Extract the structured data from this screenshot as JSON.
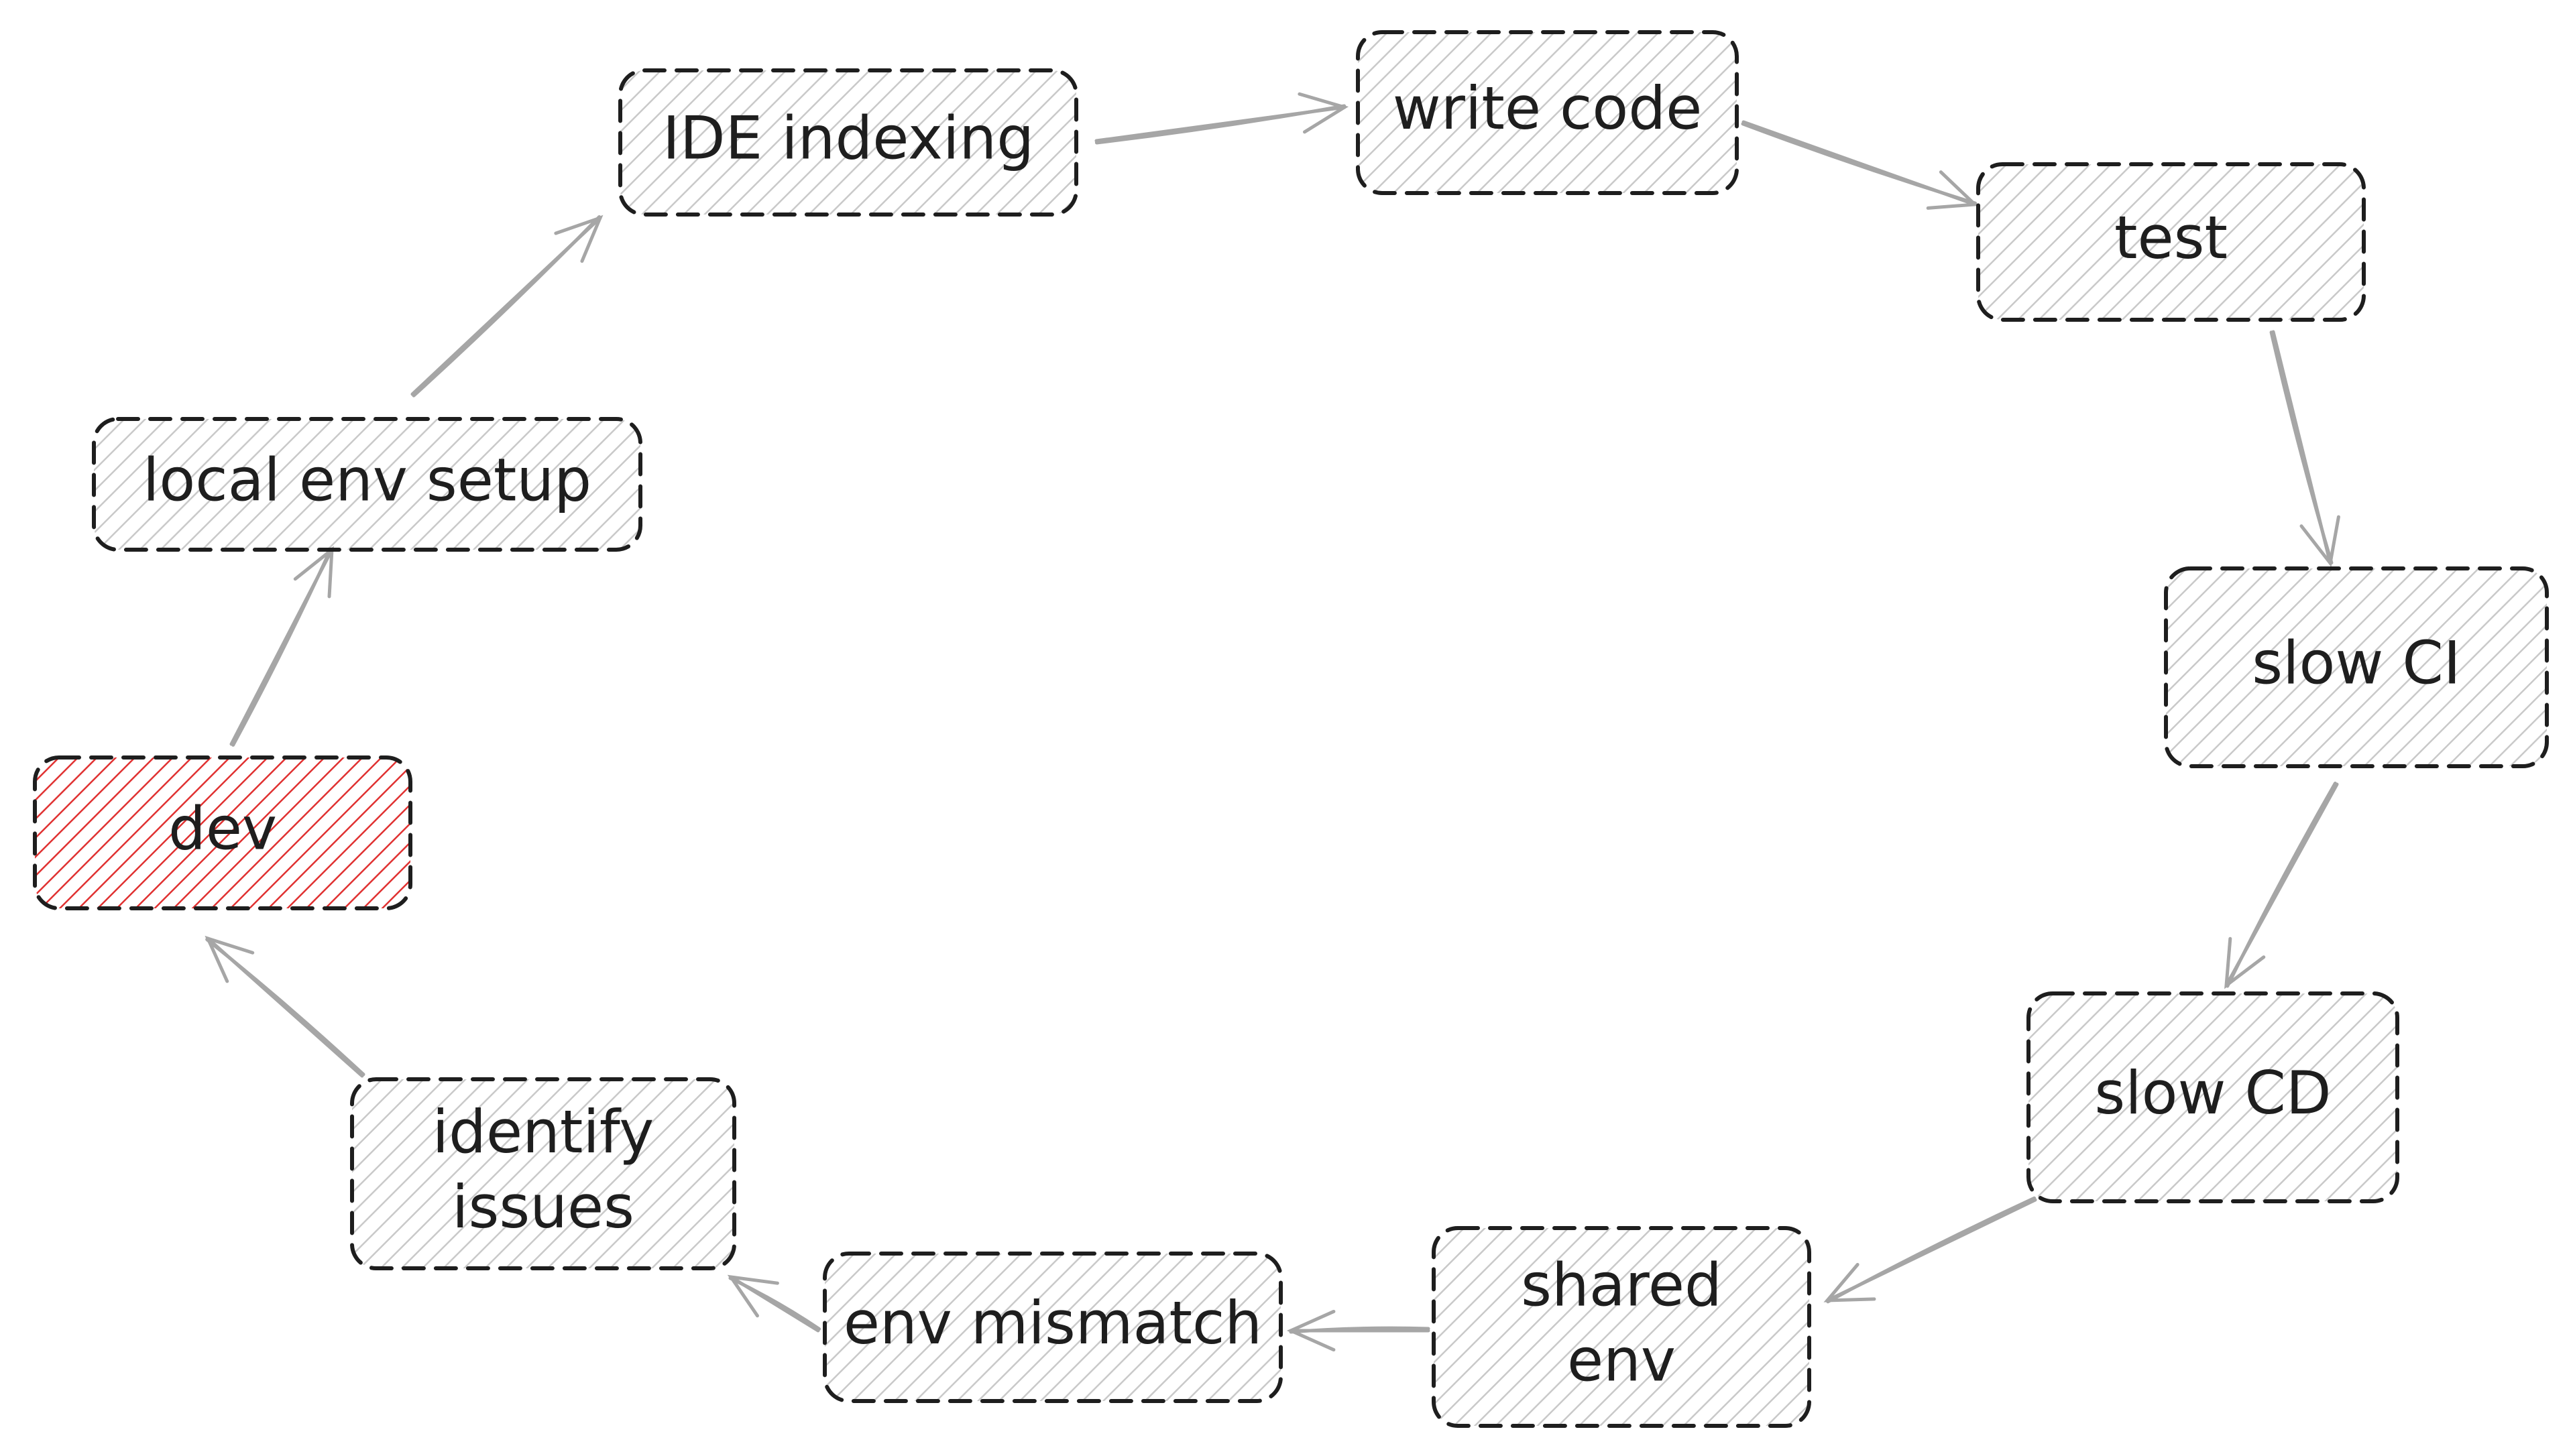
{
  "diagram": {
    "colors": {
      "stroke": "#1e1e1e",
      "hatch_default": "#c9c9c9",
      "hatch_highlight": "#e03131",
      "arrow": "#a6a6a6"
    },
    "nodes": [
      {
        "id": "dev",
        "label": "dev",
        "highlight": true
      },
      {
        "id": "local-env-setup",
        "label": "local env setup",
        "highlight": false
      },
      {
        "id": "ide-indexing",
        "label": "IDE indexing",
        "highlight": false
      },
      {
        "id": "write-code",
        "label": "write code",
        "highlight": false
      },
      {
        "id": "test",
        "label": "test",
        "highlight": false
      },
      {
        "id": "slow-ci",
        "label": "slow CI",
        "highlight": false
      },
      {
        "id": "slow-cd",
        "label": "slow CD",
        "highlight": false
      },
      {
        "id": "shared-env",
        "label": "shared env",
        "lines": [
          "shared",
          "env"
        ],
        "highlight": false
      },
      {
        "id": "env-mismatch",
        "label": "env mismatch",
        "highlight": false
      },
      {
        "id": "identify-issues",
        "label": "identify issues",
        "lines": [
          "identify",
          "issues"
        ],
        "highlight": false
      }
    ],
    "edges": [
      {
        "from": "dev",
        "to": "local-env-setup"
      },
      {
        "from": "local-env-setup",
        "to": "ide-indexing"
      },
      {
        "from": "ide-indexing",
        "to": "write-code"
      },
      {
        "from": "write-code",
        "to": "test"
      },
      {
        "from": "test",
        "to": "slow-ci"
      },
      {
        "from": "slow-ci",
        "to": "slow-cd"
      },
      {
        "from": "slow-cd",
        "to": "shared-env"
      },
      {
        "from": "shared-env",
        "to": "env-mismatch"
      },
      {
        "from": "env-mismatch",
        "to": "identify-issues"
      },
      {
        "from": "identify-issues",
        "to": "dev"
      }
    ]
  }
}
